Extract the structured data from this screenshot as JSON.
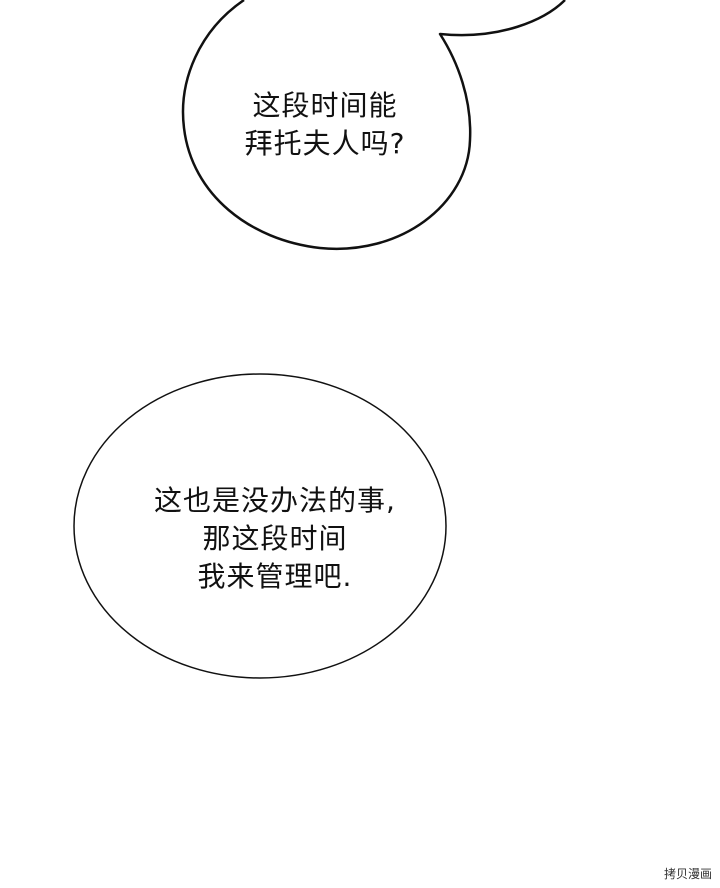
{
  "bubbles": [
    {
      "lines": [
        "这段时间能",
        "拜托夫人吗?"
      ]
    },
    {
      "lines": [
        "这也是没办法的事,",
        "那这段时间",
        "我来管理吧."
      ]
    }
  ],
  "watermark": "拷贝漫画"
}
